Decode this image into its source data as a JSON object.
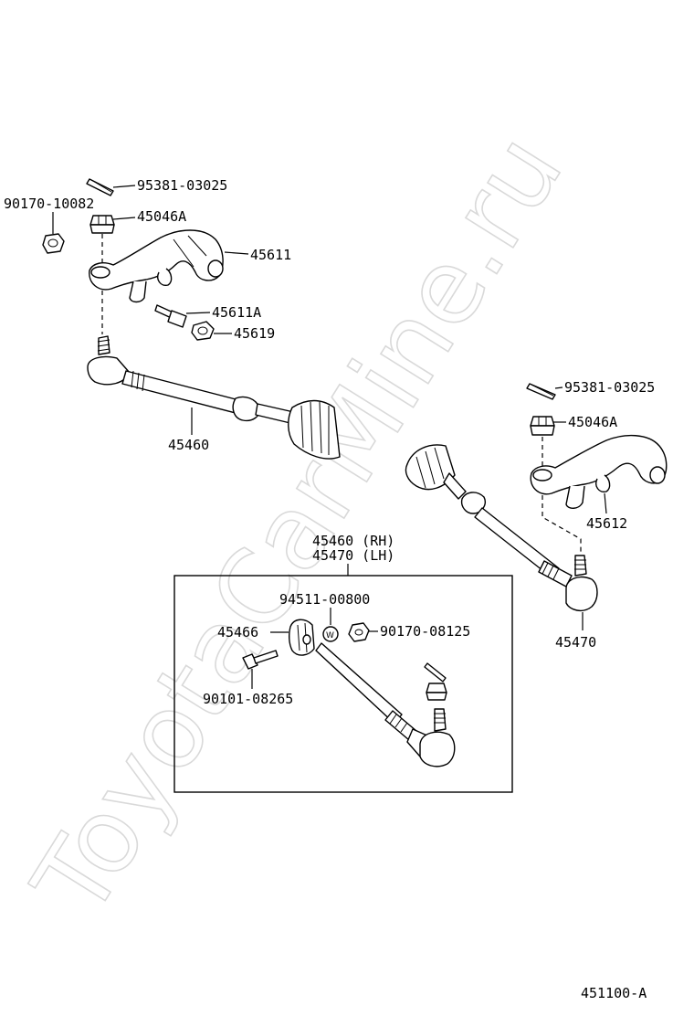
{
  "watermark": "ToyotaCarMine.ru",
  "diagram_code": "451100-A",
  "labels": {
    "cotter_pin_left": "95381-03025",
    "nut_left": "45046A",
    "nut_far_left": "90170-10082",
    "arm_left": "45611",
    "bolt_left": "45611A",
    "nut_small_left": "45619",
    "tie_rod_left": "45460",
    "cotter_pin_right": "95381-03025",
    "nut_right": "45046A",
    "arm_right": "45612",
    "tie_rod_right": "45470",
    "inset_title_rh": "45460 (RH)",
    "inset_title_lh": "45470 (LH)",
    "inset_washer": "94511-00800",
    "inset_clamp": "45466",
    "inset_nut": "90170-08125",
    "inset_bolt": "90101-08265"
  }
}
